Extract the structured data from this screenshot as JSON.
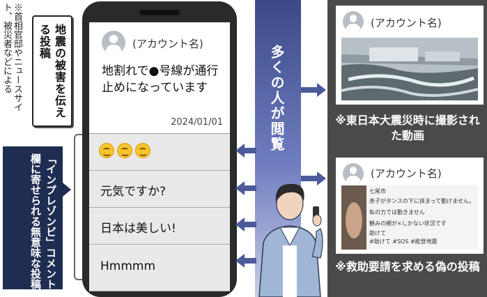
{
  "left": {
    "footnote": "※首相官邸やニュースサイト、被災者などによる",
    "quake_callout": "地震の被害を伝える投稿",
    "impression_box": "「インプレゾンビ」コメント欄に寄せられる無意味な投稿"
  },
  "phone": {
    "post": {
      "account": "(アカウント名)",
      "text": "地割れで●号線が通行止めになっています",
      "date": "2024/01/01"
    },
    "comments": [
      {
        "text": ""
      },
      {
        "text": "元気ですか?"
      },
      {
        "text": "日本は美しい!"
      },
      {
        "text": "Hmmmm"
      }
    ]
  },
  "band": {
    "label": "多くの人が閲覧"
  },
  "right": {
    "top_card": {
      "account": "(アカウント名)",
      "caption": "※東日本大震災時に撮影された動画"
    },
    "bottom_card": {
      "account": "(アカウント名)",
      "caption": "※救助要請を求める偽の投稿",
      "screenshot_lines": [
        "七尾市",
        "息子がタンスの下に挟まって動けません。",
        "私の力では動きません",
        "観みの棚が×しかない状況です",
        "助けて",
        "#助けて #SOS #能登地震"
      ]
    }
  },
  "colors": {
    "navy": "#1f2d52",
    "band": "#4b5a99",
    "panel": "#4a4a4a"
  }
}
